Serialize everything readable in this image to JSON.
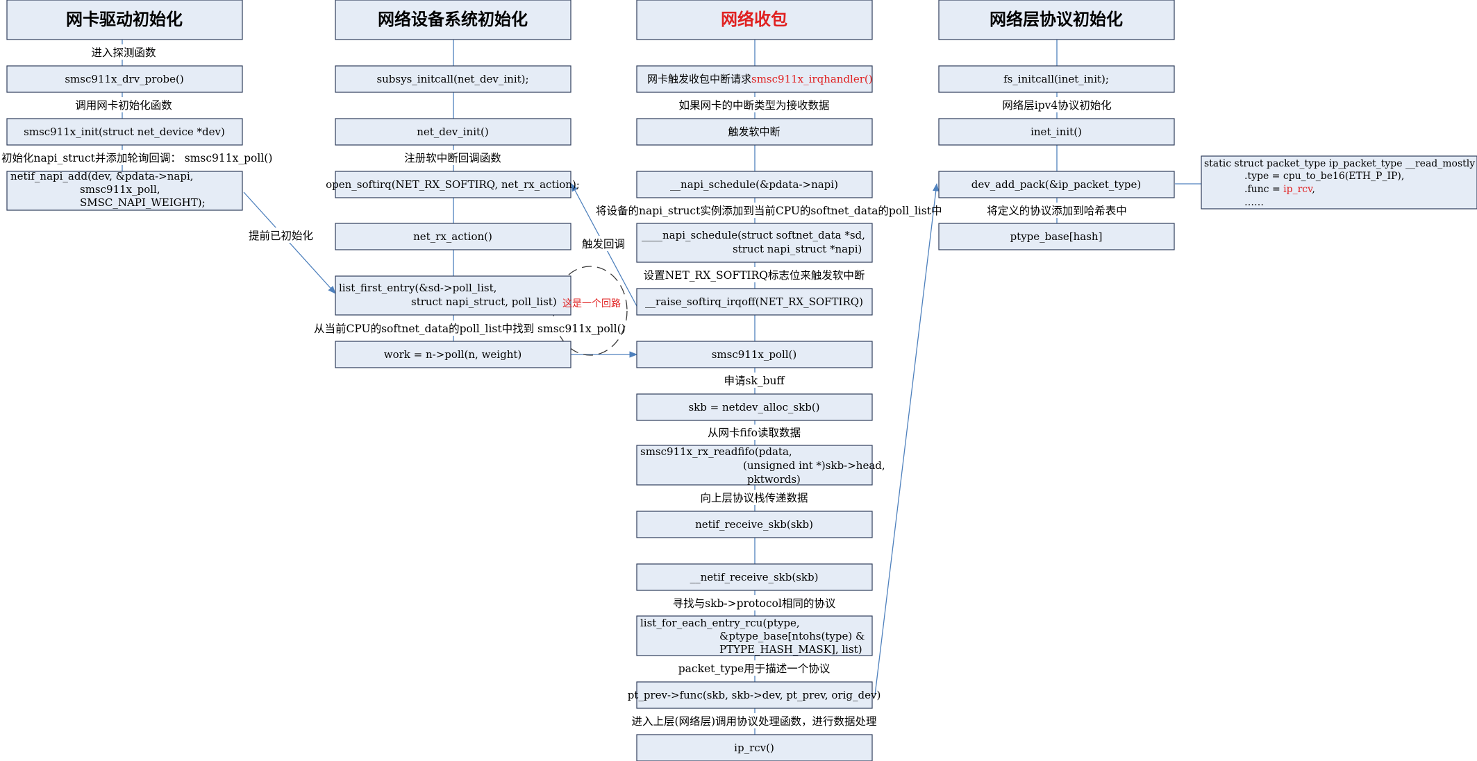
{
  "columns": [
    {
      "title": "网卡驱动初始化",
      "nodes": [
        {
          "lines": [
            "smsc911x_drv_probe()"
          ]
        },
        {
          "lines": [
            "smsc911x_init(struct net_device *dev)"
          ]
        },
        {
          "lines": [
            "netif_napi_add(dev, &pdata->napi,",
            "smsc911x_poll,",
            "SMSC_NAPI_WEIGHT);"
          ]
        }
      ],
      "labels": [
        "进入探测函数",
        "调用网卡初始化函数",
        "初始化napi_struct并添加轮询回调： smsc911x_poll()"
      ]
    },
    {
      "title": "网络设备系统初始化",
      "nodes": [
        {
          "lines": [
            "subsys_initcall(net_dev_init);"
          ]
        },
        {
          "lines": [
            "net_dev_init()"
          ]
        },
        {
          "lines": [
            "open_softirq(NET_RX_SOFTIRQ, net_rx_action);"
          ]
        },
        {
          "lines": [
            "net_rx_action()"
          ]
        },
        {
          "lines": [
            "list_first_entry(&sd->poll_list,",
            "struct napi_struct, poll_list)"
          ]
        },
        {
          "lines": [
            "work = n->poll(n, weight)"
          ]
        }
      ],
      "labels": [
        "注册软中断回调函数",
        "从当前CPU的softnet_data的poll_list中找到 smsc911x_poll()"
      ]
    },
    {
      "title": "网络收包",
      "title_color": "#e02020",
      "nodes": [
        {
          "text": "网卡触发收包中断请求",
          "highlight": "smsc911x_irqhandler()"
        },
        {
          "lines": [
            "触发软中断"
          ]
        },
        {
          "lines": [
            "__napi_schedule(&pdata->napi)"
          ]
        },
        {
          "lines": [
            "____napi_schedule(struct softnet_data *sd,",
            "struct napi_struct *napi)"
          ]
        },
        {
          "lines": [
            "__raise_softirq_irqoff(NET_RX_SOFTIRQ)"
          ]
        },
        {
          "lines": [
            "smsc911x_poll()"
          ]
        },
        {
          "lines": [
            "skb = netdev_alloc_skb()"
          ]
        },
        {
          "lines": [
            "smsc911x_rx_readfifo(pdata,",
            "(unsigned int *)skb->head,",
            "pktwords)"
          ]
        },
        {
          "lines": [
            "netif_receive_skb(skb)"
          ]
        },
        {
          "lines": [
            "__netif_receive_skb(skb)"
          ]
        },
        {
          "lines": [
            "list_for_each_entry_rcu(ptype,",
            "&ptype_base[ntohs(type) &",
            "PTYPE_HASH_MASK], list)"
          ]
        },
        {
          "lines": [
            "pt_prev->func(skb, skb->dev, pt_prev, orig_dev)"
          ]
        },
        {
          "lines": [
            "ip_rcv()"
          ]
        }
      ],
      "labels": [
        "如果网卡的中断类型为接收数据",
        "将设备的napi_struct实例添加到当前CPU的softnet_data的poll_list中",
        "设置NET_RX_SOFTIRQ标志位来触发软中断",
        "申请sk_buff",
        "从网卡fifo读取数据",
        "向上层协议栈传递数据",
        "寻找与skb->protocol相同的协议",
        "packet_type用于描述一个协议",
        "进入上层(网络层)调用协议处理函数，进行数据处理"
      ]
    },
    {
      "title": "网络层协议初始化",
      "nodes": [
        {
          "lines": [
            "fs_initcall(inet_init);"
          ]
        },
        {
          "lines": [
            "inet_init()"
          ]
        },
        {
          "lines": [
            "dev_add_pack(&ip_packet_type)"
          ]
        },
        {
          "lines": [
            "ptype_base[hash]"
          ]
        }
      ],
      "labels": [
        "网络层ipv4协议初始化",
        "将定义的协议添加到哈希表中"
      ]
    }
  ],
  "code_note": {
    "line1": "static struct packet_type ip_packet_type __read_mostly = {",
    "line2": ".type = cpu_to_be16(ETH_P_IP),",
    "line3_prefix": ".func = ",
    "line3_value": "ip_rcv",
    "line3_suffix": ",",
    "line4": "……"
  },
  "annotations": {
    "pre_init": "提前已初始化",
    "trigger_callback": "触发回调",
    "loop_note": "这是一个回路"
  },
  "colors": {
    "box_fill": "#e5ecf6",
    "box_stroke": "#2f3e5c",
    "connector": "#4f81bd",
    "highlight": "#e02020"
  }
}
